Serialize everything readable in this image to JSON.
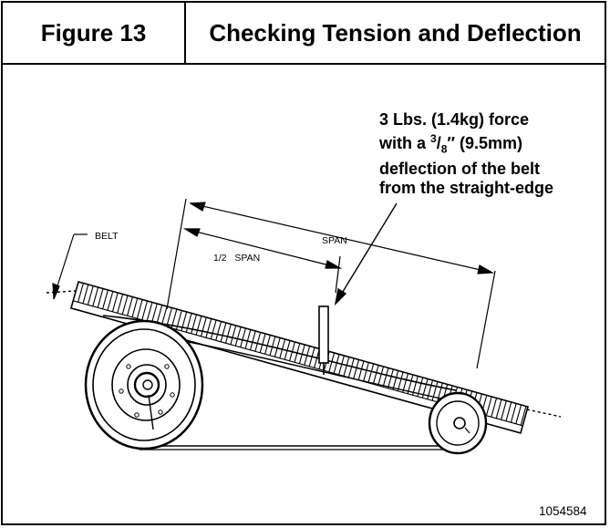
{
  "header": {
    "figure_number": "Figure 13",
    "title": "Checking Tension and Deflection"
  },
  "diagram": {
    "labels": {
      "belt": "BELT",
      "span": "SPAN",
      "half_span": "1/2   SPAN"
    },
    "callout": {
      "line1": "3 Lbs. (1.4kg) force",
      "line2_prefix": "with a ",
      "line2_fraction_num": "3",
      "line2_fraction_sep": "/",
      "line2_fraction_den": "8",
      "line2_suffix": "″ (9.5mm)",
      "line3": "deflection of the belt",
      "line4": "from the straight-edge"
    },
    "part_number": "1054584"
  }
}
